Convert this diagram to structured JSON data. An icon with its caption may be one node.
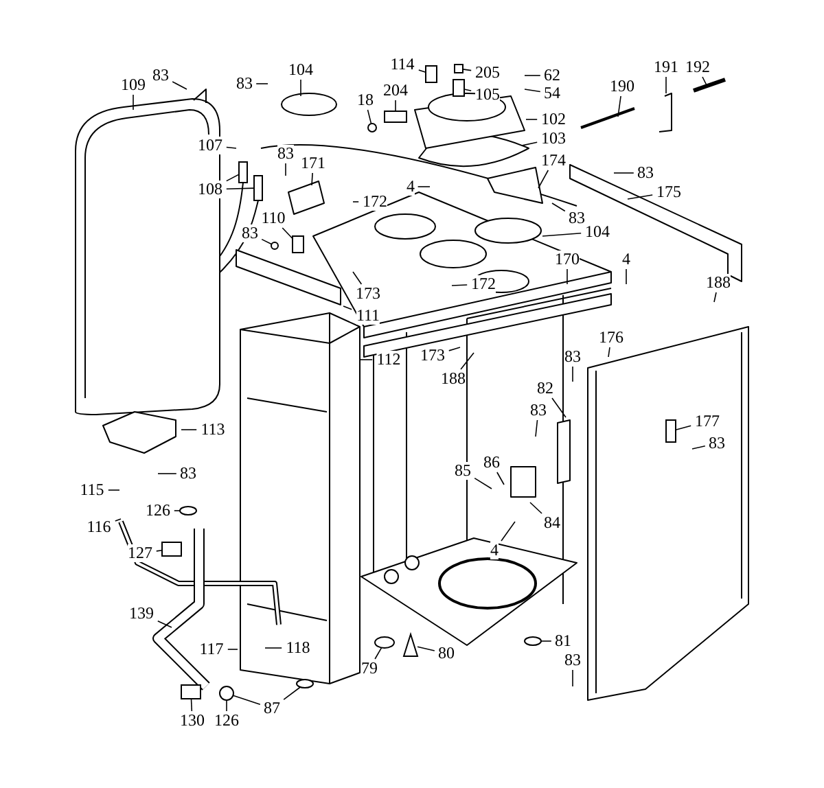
{
  "diagram": {
    "nodes": [
      {
        "text": [
          "114"
        ]
      },
      {
        "text": [
          "205"
        ]
      },
      {
        "text": [
          "104"
        ]
      },
      {
        "text": [
          "191"
        ]
      },
      {
        "text": [
          "192"
        ]
      },
      {
        "text": [
          "83"
        ]
      },
      {
        "text": [
          "62"
        ]
      },
      {
        "text": [
          "83"
        ]
      },
      {
        "text": [
          "109"
        ]
      },
      {
        "text": [
          "190"
        ]
      },
      {
        "text": [
          "204"
        ]
      },
      {
        "text": [
          "54"
        ]
      },
      {
        "text": [
          "105"
        ]
      },
      {
        "text": [
          "18"
        ]
      },
      {
        "text": [
          "102"
        ]
      },
      {
        "text": [
          "103"
        ]
      },
      {
        "text": [
          "107"
        ]
      },
      {
        "text": [
          "83"
        ]
      },
      {
        "text": [
          "174"
        ]
      },
      {
        "text": [
          "171"
        ]
      },
      {
        "text": [
          "83"
        ]
      },
      {
        "text": [
          "4"
        ]
      },
      {
        "text": [
          "108"
        ]
      },
      {
        "text": [
          "175"
        ]
      },
      {
        "text": [
          "172"
        ]
      },
      {
        "text": [
          "110"
        ]
      },
      {
        "text": [
          "83"
        ]
      },
      {
        "text": [
          "104"
        ]
      },
      {
        "text": [
          "83"
        ]
      },
      {
        "text": [
          "170"
        ]
      },
      {
        "text": [
          "4"
        ]
      },
      {
        "text": [
          "188"
        ]
      },
      {
        "text": [
          "172"
        ]
      },
      {
        "text": [
          "173"
        ]
      },
      {
        "text": [
          "111"
        ]
      },
      {
        "text": [
          "176"
        ]
      },
      {
        "text": [
          "173"
        ]
      },
      {
        "text": [
          "83"
        ]
      },
      {
        "text": [
          "112"
        ]
      },
      {
        "text": [
          "188"
        ]
      },
      {
        "text": [
          "82"
        ]
      },
      {
        "text": [
          "83"
        ]
      },
      {
        "text": [
          "177"
        ]
      },
      {
        "text": [
          "113"
        ]
      },
      {
        "text": [
          "83"
        ]
      },
      {
        "text": [
          "86"
        ]
      },
      {
        "text": [
          "85"
        ]
      },
      {
        "text": [
          "83"
        ]
      },
      {
        "text": [
          "115"
        ]
      },
      {
        "text": [
          "126"
        ]
      },
      {
        "text": [
          "84"
        ]
      },
      {
        "text": [
          "116"
        ]
      },
      {
        "text": [
          "4"
        ]
      },
      {
        "text": [
          "127"
        ]
      },
      {
        "text": [
          "139"
        ]
      },
      {
        "text": [
          "81"
        ]
      },
      {
        "text": [
          "118"
        ]
      },
      {
        "text": [
          "117"
        ]
      },
      {
        "text": [
          "80"
        ]
      },
      {
        "text": [
          "83"
        ]
      },
      {
        "text": [
          "79"
        ]
      },
      {
        "text": [
          "87"
        ]
      },
      {
        "text": [
          "130"
        ]
      },
      {
        "text": [
          "126"
        ]
      },
      {
        "text": [],
        "shape": "box"
      },
      {
        "text": [],
        "shape": "box"
      },
      {
        "text": [],
        "shape": "box"
      },
      {
        "text": [],
        "shape": "box"
      },
      {
        "text": [],
        "shape": "box"
      },
      {
        "text": [],
        "shape": "box"
      },
      {
        "text": [],
        "shape": "box"
      },
      {
        "text": [],
        "shape": "circle"
      },
      {
        "text": [],
        "shape": "box"
      },
      {
        "text": [],
        "shape": "circle"
      },
      {
        "text": [],
        "shape": "triangle"
      },
      {
        "text": [],
        "shape": "circle"
      },
      {
        "text": [],
        "shape": "circle"
      },
      {
        "text": [],
        "shape": "circle"
      },
      {
        "text": [],
        "shape": "box"
      },
      {
        "text": [],
        "shape": "box"
      },
      {
        "text": [],
        "shape": "circle"
      },
      {
        "text": [],
        "shape": "circle"
      }
    ],
    "edges": [
      {
        "from": 0,
        "to": 64,
        "arrow": "none"
      },
      {
        "from": 1,
        "to": 79,
        "arrow": "none"
      },
      {
        "from": 2,
        "to": null,
        "arrow": "none"
      },
      {
        "from": 3,
        "to": null,
        "arrow": "none"
      },
      {
        "from": 4,
        "to": null,
        "arrow": "none"
      },
      {
        "from": 5,
        "to": null,
        "arrow": "none"
      },
      {
        "from": 6,
        "to": null,
        "arrow": "none"
      },
      {
        "from": 7,
        "to": null,
        "arrow": "none"
      },
      {
        "from": 8,
        "to": null,
        "arrow": "none"
      },
      {
        "from": 9,
        "to": null,
        "arrow": "none"
      },
      {
        "from": 10,
        "to": 65,
        "arrow": "none"
      },
      {
        "from": 11,
        "to": null,
        "arrow": "none"
      },
      {
        "from": 12,
        "to": 66,
        "arrow": "none"
      },
      {
        "from": 13,
        "to": 80,
        "arrow": "none"
      },
      {
        "from": 14,
        "to": null,
        "arrow": "none"
      },
      {
        "from": 15,
        "to": null,
        "arrow": "none"
      },
      {
        "from": 16,
        "to": null,
        "arrow": "none"
      },
      {
        "from": 17,
        "to": null,
        "arrow": "none"
      },
      {
        "from": 18,
        "to": null,
        "arrow": "none"
      },
      {
        "from": 19,
        "to": null,
        "arrow": "none"
      },
      {
        "from": 20,
        "to": null,
        "arrow": "none"
      },
      {
        "from": 21,
        "to": null,
        "arrow": "none"
      },
      {
        "from": 22,
        "to": 67,
        "arrow": "none"
      },
      {
        "from": 22,
        "to": 68,
        "arrow": "none"
      },
      {
        "from": 23,
        "to": null,
        "arrow": "none"
      },
      {
        "from": 24,
        "to": null,
        "arrow": "none"
      },
      {
        "from": 25,
        "to": 69,
        "arrow": "none"
      },
      {
        "from": 26,
        "to": null,
        "arrow": "none"
      },
      {
        "from": 27,
        "to": null,
        "arrow": "none"
      },
      {
        "from": 28,
        "to": 81,
        "arrow": "none"
      },
      {
        "from": 29,
        "to": null,
        "arrow": "none"
      },
      {
        "from": 30,
        "to": null,
        "arrow": "none"
      },
      {
        "from": 31,
        "to": null,
        "arrow": "none"
      },
      {
        "from": 32,
        "to": null,
        "arrow": "none"
      },
      {
        "from": 33,
        "to": null,
        "arrow": "none"
      },
      {
        "from": 34,
        "to": null,
        "arrow": "none"
      },
      {
        "from": 35,
        "to": null,
        "arrow": "none"
      },
      {
        "from": 36,
        "to": null,
        "arrow": "none"
      },
      {
        "from": 37,
        "to": null,
        "arrow": "none"
      },
      {
        "from": 38,
        "to": null,
        "arrow": "none"
      },
      {
        "from": 39,
        "to": null,
        "arrow": "none"
      },
      {
        "from": 40,
        "to": null,
        "arrow": "none"
      },
      {
        "from": 41,
        "to": null,
        "arrow": "none"
      },
      {
        "from": 42,
        "to": 70,
        "arrow": "none"
      },
      {
        "from": 43,
        "to": null,
        "arrow": "none"
      },
      {
        "from": 44,
        "to": null,
        "arrow": "none"
      },
      {
        "from": 45,
        "to": null,
        "arrow": "none"
      },
      {
        "from": 46,
        "to": null,
        "arrow": "none"
      },
      {
        "from": 47,
        "to": null,
        "arrow": "none"
      },
      {
        "from": 48,
        "to": null,
        "arrow": "none"
      },
      {
        "from": 49,
        "to": 71,
        "arrow": "none"
      },
      {
        "from": 50,
        "to": null,
        "arrow": "none"
      },
      {
        "from": 51,
        "to": null,
        "arrow": "none"
      },
      {
        "from": 52,
        "to": null,
        "arrow": "none"
      },
      {
        "from": 53,
        "to": 72,
        "arrow": "none"
      },
      {
        "from": 54,
        "to": null,
        "arrow": "none"
      },
      {
        "from": 55,
        "to": 73,
        "arrow": "none"
      },
      {
        "from": 56,
        "to": null,
        "arrow": "none"
      },
      {
        "from": 57,
        "to": null,
        "arrow": "none"
      },
      {
        "from": 58,
        "to": 74,
        "arrow": "none"
      },
      {
        "from": 59,
        "to": null,
        "arrow": "none"
      },
      {
        "from": 60,
        "to": 75,
        "arrow": "none"
      },
      {
        "from": 61,
        "to": 76,
        "arrow": "none"
      },
      {
        "from": 61,
        "to": 77,
        "arrow": "none"
      },
      {
        "from": 62,
        "to": 78,
        "arrow": "none"
      },
      {
        "from": 63,
        "to": 76,
        "arrow": "none"
      }
    ]
  }
}
